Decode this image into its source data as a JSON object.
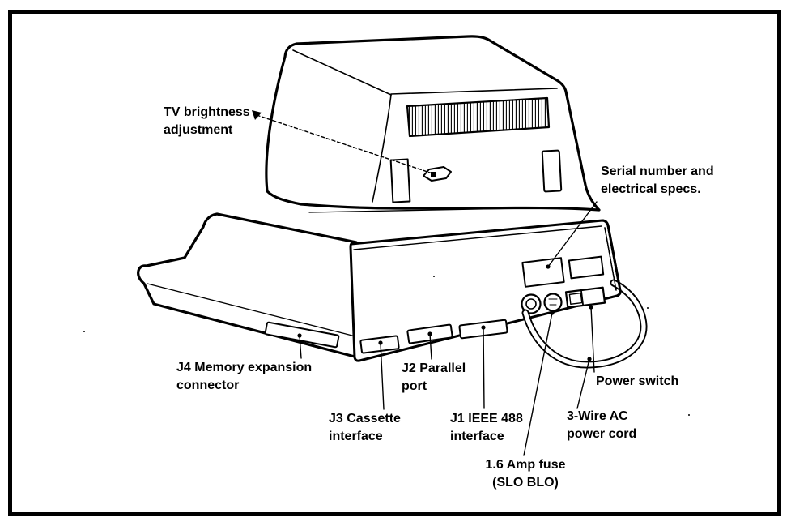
{
  "labels": {
    "tv_brightness": {
      "line1": "TV brightness",
      "line2": "adjustment"
    },
    "serial": {
      "line1": "Serial number and",
      "line2": "electrical specs."
    },
    "j4": {
      "line1": "J4 Memory expansion",
      "line2": "connector"
    },
    "j3": {
      "line1": "J3 Cassette",
      "line2": "interface"
    },
    "j2": {
      "line1": "J2 Parallel",
      "line2": "port"
    },
    "j1": {
      "line1": "J1 IEEE 488",
      "line2": "interface"
    },
    "power_switch": {
      "line1": "Power switch"
    },
    "power_cord": {
      "line1": "3-Wire AC",
      "line2": "power cord"
    },
    "fuse": {
      "line1": "1.6 Amp fuse",
      "line2": "(SLO BLO)"
    }
  },
  "colors": {
    "ink": "#000000",
    "paper": "#ffffff"
  }
}
